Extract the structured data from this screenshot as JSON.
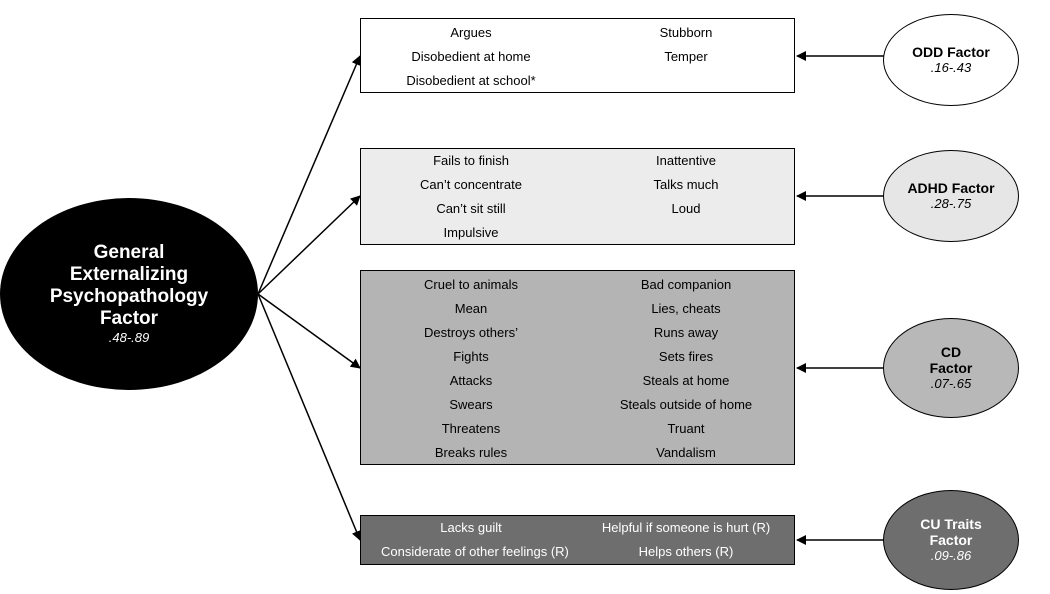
{
  "general_factor": {
    "title": "General\nExternalizing\nPsychopathology\nFactor",
    "range": ".48-.89"
  },
  "factors": [
    {
      "id": "odd",
      "title": "ODD Factor",
      "range": ".16-.43",
      "oval_fill": "#ffffff",
      "oval_text_color": "#000000",
      "box_fill": "#ffffff",
      "box_text_color": "#000000",
      "left_items": [
        "Argues",
        "Disobedient at home",
        "Disobedient at school*"
      ],
      "right_items": [
        "Stubborn",
        "Temper"
      ]
    },
    {
      "id": "adhd",
      "title": "ADHD Factor",
      "range": ".28-.75",
      "oval_fill": "#e6e6e6",
      "oval_text_color": "#000000",
      "box_fill": "#ececec",
      "box_text_color": "#000000",
      "left_items": [
        "Fails to finish",
        "Can’t concentrate",
        "Can’t sit still",
        "Impulsive"
      ],
      "right_items": [
        "Inattentive",
        "Talks much",
        "Loud"
      ]
    },
    {
      "id": "cd",
      "title": "CD\nFactor",
      "range": ".07-.65",
      "oval_fill": "#b8b8b8",
      "oval_text_color": "#000000",
      "box_fill": "#b4b4b4",
      "box_text_color": "#000000",
      "left_items": [
        "Cruel to animals",
        "Mean",
        "Destroys others’",
        "Fights",
        "Attacks",
        "Swears",
        "Threatens",
        "Breaks rules"
      ],
      "right_items": [
        "Bad companion",
        "Lies, cheats",
        "Runs away",
        "Sets fires",
        "Steals at home",
        "Steals outside of home",
        "Truant",
        "Vandalism"
      ]
    },
    {
      "id": "cu",
      "title": "CU Traits\nFactor",
      "range": ".09-.86",
      "oval_fill": "#6e6e6e",
      "oval_text_color": "#ffffff",
      "box_fill": "#6e6e6e",
      "box_text_color": "#ffffff",
      "left_items": [
        "Lacks guilt",
        "Considerate of other  feelings (R)"
      ],
      "right_items": [
        "Helpful if someone is hurt (R)",
        "Helps others (R)"
      ]
    }
  ]
}
